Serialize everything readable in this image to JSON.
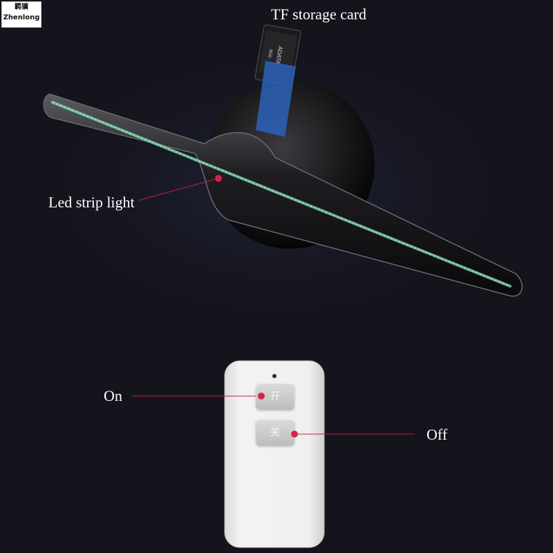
{
  "logo": {
    "chinese": "羁骥",
    "english": "Zhenlong"
  },
  "labels": {
    "tf_card": "TF storage card",
    "led_strip": "Led strip light",
    "on": "On",
    "off": "Off"
  },
  "sd_card": {
    "brand": "ADATA",
    "capacity": "8Gb"
  },
  "remote": {
    "on_button": "开",
    "off_button": "关"
  },
  "colors": {
    "background": "#14141c",
    "callout_line": "#c02040",
    "callout_dot": "#d6234a",
    "led": "#7fd0a8",
    "remote_body": "#f1f1f1"
  }
}
